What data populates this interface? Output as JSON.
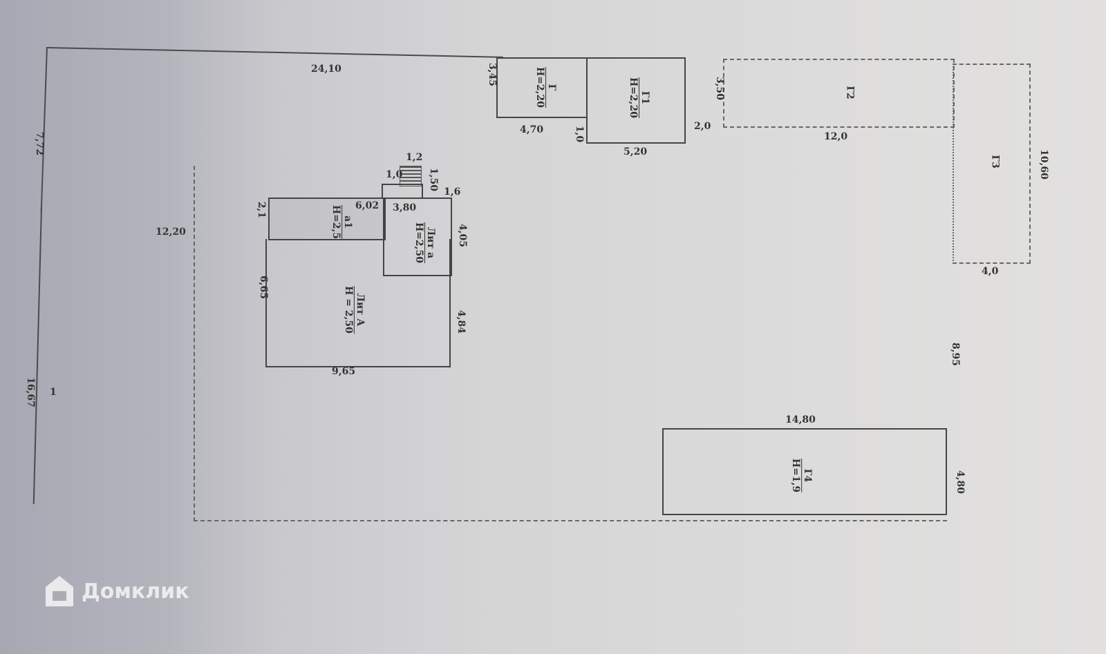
{
  "plot": {
    "top": "24,10",
    "left_upper": "7,72",
    "left_lower": "16,67",
    "point": "1",
    "mid": "12,20"
  },
  "buildings": {
    "g": {
      "name": "Г",
      "h": "Н=2,20",
      "side": "3,45",
      "bottom": "4,70"
    },
    "g1": {
      "name": "Г1",
      "h": "Н=2,20",
      "gap": "1,0",
      "bottom": "5,20"
    },
    "g2": {
      "name": "Г2",
      "side": "3,50",
      "bottom": "12,0",
      "gap": "2,0"
    },
    "g3": {
      "name": "Г3",
      "side": "10,60",
      "bottom": "4,0",
      "lower": "8,95"
    },
    "g4": {
      "name": "Г4",
      "h": "Н=1,9",
      "top": "14,80",
      "side": "4,80"
    },
    "house": {
      "stair_w": "1,2",
      "stair_l": "1,0",
      "stair_h": "1,50",
      "corner": "1,6",
      "a1": {
        "name": "а1",
        "h": "Н=2,5",
        "side": "2,1",
        "len": "6,02"
      },
      "lit_a": {
        "name": "Лит а",
        "h": "Н=2,50",
        "len": "3,80",
        "side": "4,05"
      },
      "lit_A": {
        "name": "Лит А",
        "h": "Н = 2,50",
        "side": "6,65",
        "right": "4,84",
        "bottom": "9,65"
      }
    }
  },
  "watermark": "Домклик"
}
